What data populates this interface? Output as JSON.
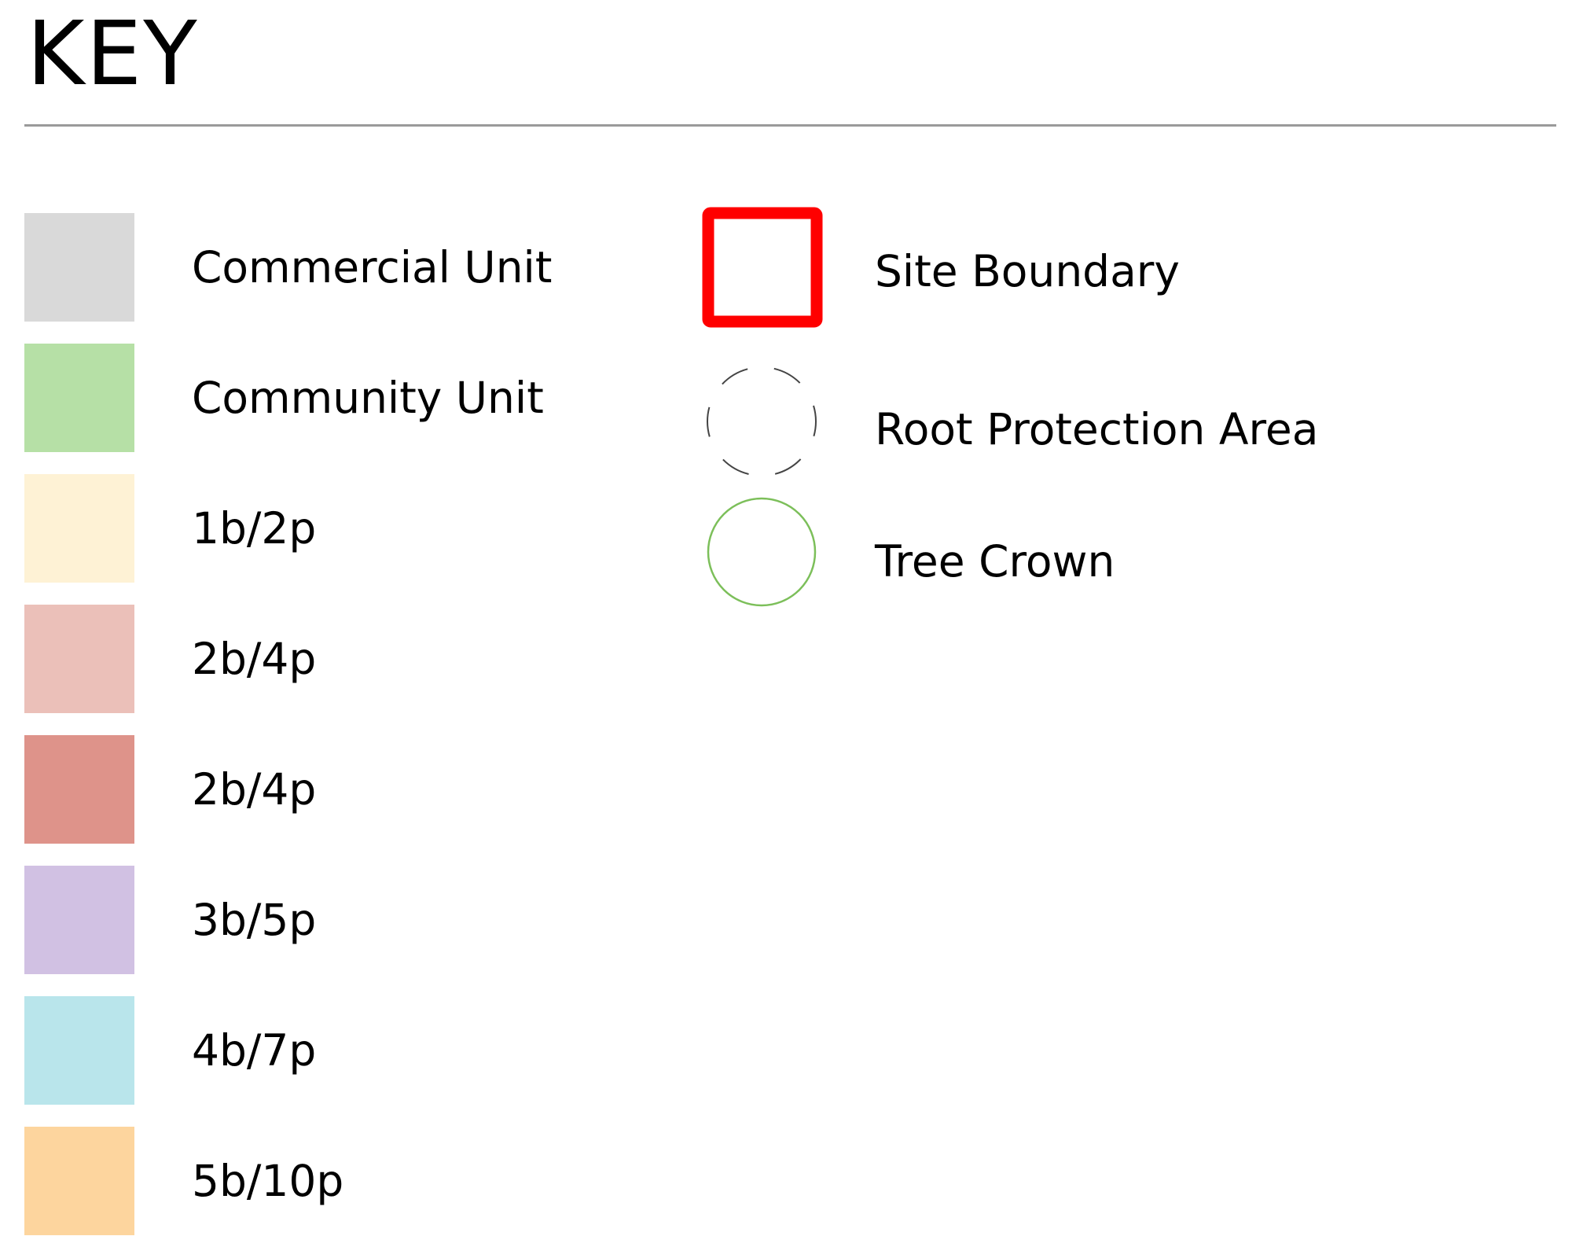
{
  "title": "KEY",
  "fill_items": [
    {
      "label": "Commercial Unit",
      "color": "#d9d9d9"
    },
    {
      "label": "Community Unit",
      "color": "#b6e0a6"
    },
    {
      "label": "1b/2p",
      "color": "#fef2d5"
    },
    {
      "label": "2b/4p",
      "color": "#ebc0b9"
    },
    {
      "label": "2b/4p",
      "color": "#de938a"
    },
    {
      "label": "3b/5p",
      "color": "#d1c1e3"
    },
    {
      "label": "4b/7p",
      "color": "#b9e5eb"
    },
    {
      "label": "5b/10p",
      "color": "#fdd59e"
    }
  ],
  "symbol_items": [
    {
      "label": "Site Boundary",
      "icon": "red-square-outline",
      "color": "#ff0000"
    },
    {
      "label": "Root Protection Area",
      "icon": "dashed-circle",
      "color": "#444444"
    },
    {
      "label": "Tree Crown",
      "icon": "green-circle",
      "color": "#7cbf5a"
    }
  ]
}
